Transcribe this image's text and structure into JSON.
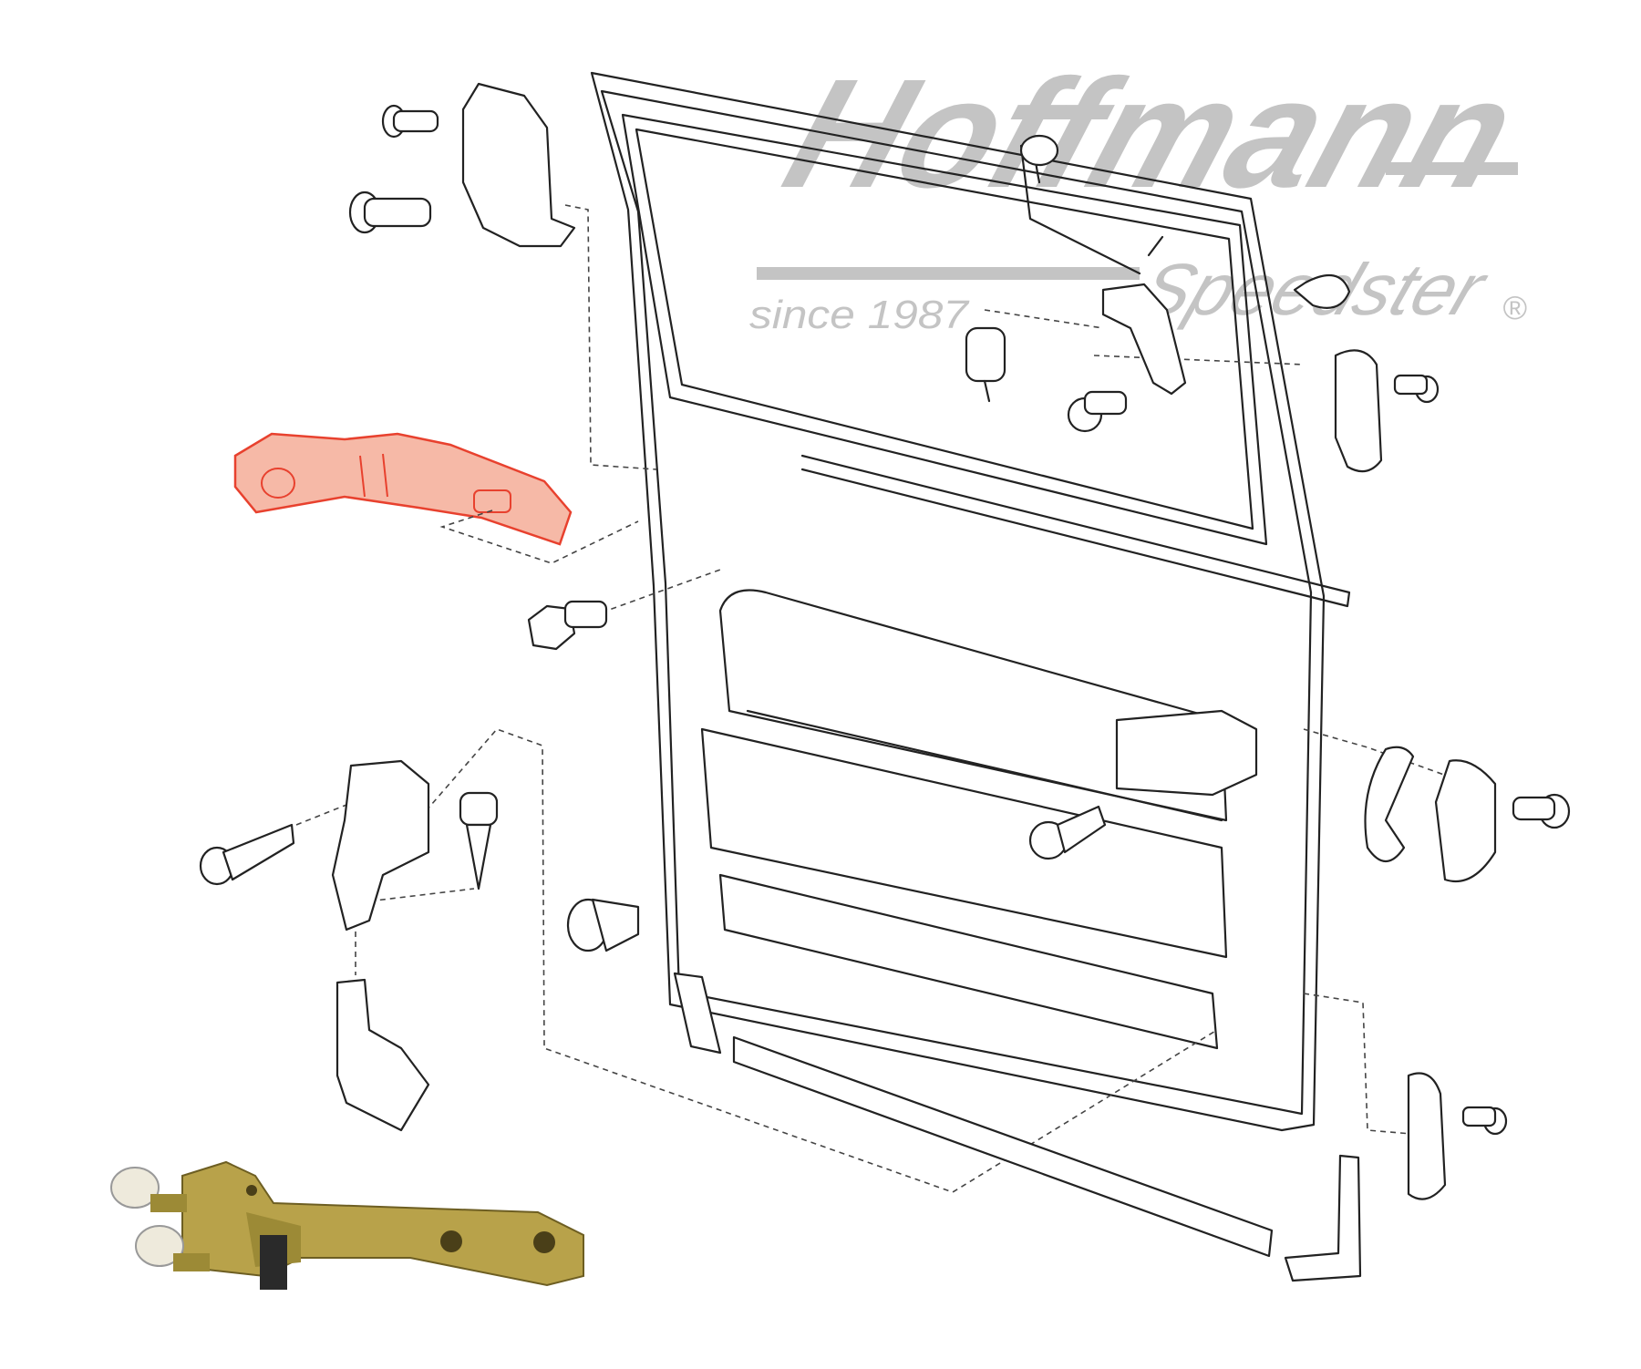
{
  "logo": {
    "brand_line1": "Hoffmann",
    "brand_line2": "Speedster",
    "tagline": "since 1987",
    "registered_mark": "®",
    "color": "#c4c4c4"
  },
  "highlight": {
    "part": "sliding-door-upper-hinge-arm",
    "fill_color": "#f6b9a7",
    "stroke_color": "#e8412e"
  },
  "photo": {
    "part": "roller-hinge-assembly",
    "metal_color": "#b8a24a",
    "roller_color": "#eeeadc"
  }
}
